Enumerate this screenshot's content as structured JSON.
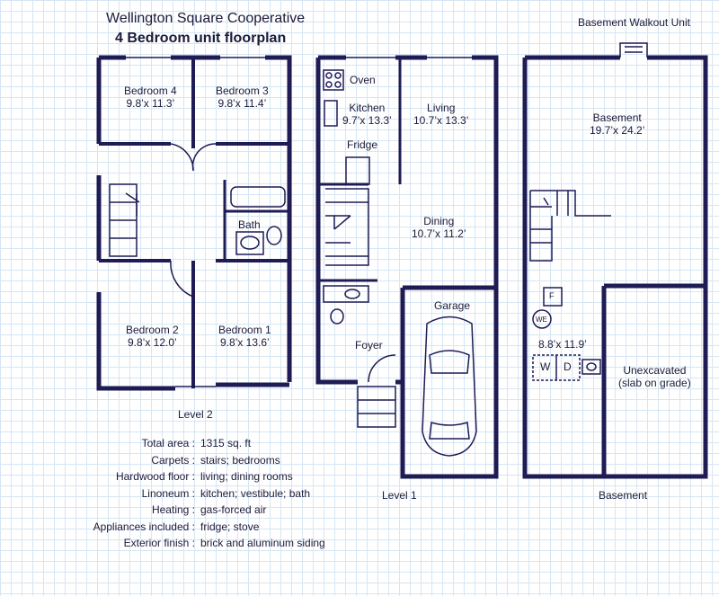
{
  "header": {
    "title": "Wellington Square Cooperative",
    "subtitle": "4 Bedroom unit floorplan",
    "basement_title": "Basement Walkout Unit"
  },
  "level2": {
    "label": "Level 2",
    "rooms": [
      {
        "name": "Bedroom 4",
        "size": "9.8’x 11.3’"
      },
      {
        "name": "Bedroom 3",
        "size": "9.8’x 11.4’"
      },
      {
        "name": "Bath",
        "size": ""
      },
      {
        "name": "Bedroom 2",
        "size": "9.8’x 12.0’"
      },
      {
        "name": "Bedroom 1",
        "size": "9.8’x 13.6’"
      }
    ]
  },
  "level1": {
    "label": "Level 1",
    "rooms": [
      {
        "name": "Oven"
      },
      {
        "name": "Kitchen",
        "size": "9.7’x 13.3’"
      },
      {
        "name": "Fridge"
      },
      {
        "name": "Living",
        "size": "10.7’x 13.3’"
      },
      {
        "name": "Dining",
        "size": "10.7’x 11.2’"
      },
      {
        "name": "Garage"
      },
      {
        "name": "Foyer"
      }
    ]
  },
  "basement": {
    "label": "Basement",
    "rooms": [
      {
        "name": "Basement",
        "size": "19.7’x 24.2’"
      },
      {
        "name": "8.8’x 11.9’"
      },
      {
        "name": "Unexcavated",
        "size": "(slab on grade)"
      }
    ],
    "symbols": {
      "furnace": "F",
      "water_heater": "WE",
      "washer": "W",
      "dryer": "D"
    }
  },
  "info": [
    {
      "k": "Total area :",
      "v": "1315 sq. ft"
    },
    {
      "k": "Carpets :",
      "v": "stairs; bedrooms"
    },
    {
      "k": "Hardwood floor :",
      "v": "living; dining rooms"
    },
    {
      "k": "Linoneum :",
      "v": "kitchen; vestibule; bath"
    },
    {
      "k": "Heating :",
      "v": "gas-forced air"
    },
    {
      "k": "Appliances included :",
      "v": "fridge; stove"
    },
    {
      "k": "Exterior finish :",
      "v": "brick and aluminum siding"
    }
  ],
  "colors": {
    "wall": "#1e1b55",
    "grid": "#d6e6f3"
  }
}
